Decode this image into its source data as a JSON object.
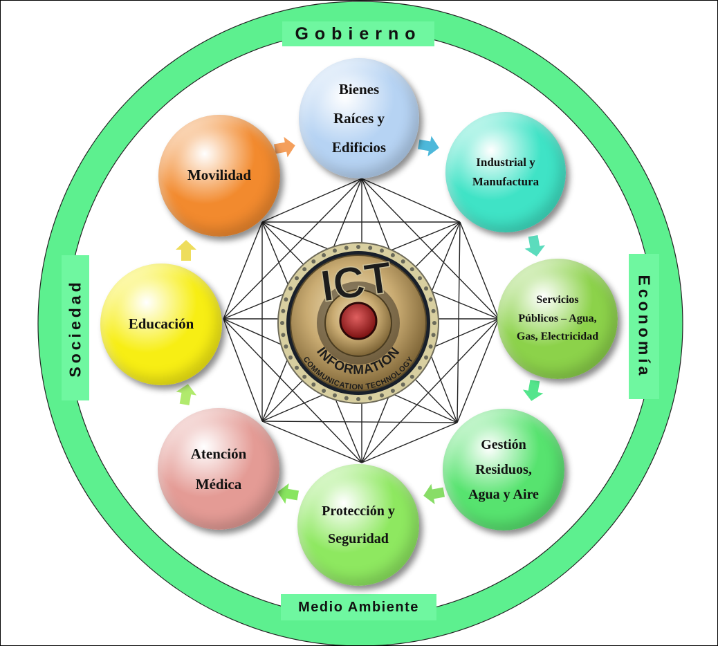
{
  "ring_labels": {
    "top": "Gobierno",
    "right": "Economía",
    "bottom": "Medio Ambiente",
    "left": "Sociedad"
  },
  "center_logo": {
    "big_text": "ICT",
    "middle_text": "INFORMATION",
    "outer_text": "COMMUNICATION TECHNOLOGY"
  },
  "nodes": [
    {
      "id": "bienes-raices",
      "text": "Bienes Raíces y Edificios",
      "color": "#b6d3f3"
    },
    {
      "id": "industrial",
      "text": "Industrial y Manufactura",
      "color": "#3fe3c6"
    },
    {
      "id": "servicios-publicos",
      "text": "Servicios Públicos – Agua, Gas, Electricidad",
      "color": "#8cd24a"
    },
    {
      "id": "gestion-residuos",
      "text": "Gestión Residuos, Agua y Aire",
      "color": "#57e36f"
    },
    {
      "id": "proteccion",
      "text": "Protección y Seguridad",
      "color": "#8ee860"
    },
    {
      "id": "atencion-medica",
      "text": "Atención Médica",
      "color": "#e49b95"
    },
    {
      "id": "educacion",
      "text": "Educación",
      "color": "#f7ee14"
    },
    {
      "id": "movilidad",
      "text": "Movilidad",
      "color": "#f28a2e"
    }
  ],
  "colors": {
    "ring": "#5df08f",
    "ring_label_bg": "#6ff7a0",
    "connector_lines": "#222222",
    "arrow_colors": [
      "#3ab0d6",
      "#49d8b6",
      "#41e27f",
      "#7bd957",
      "#7be24e",
      "#a8e85d",
      "#ecd94a",
      "#f3954a"
    ]
  }
}
